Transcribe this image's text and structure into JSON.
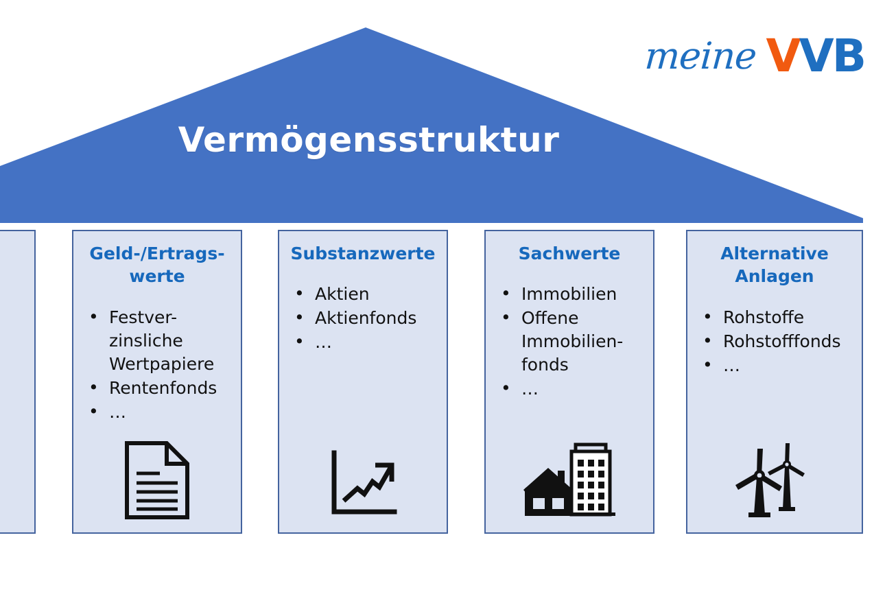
{
  "logo": {
    "script_word": "meine",
    "mark_first": "V",
    "mark_rest": "VB",
    "script_color": "#1F6FC0",
    "accent_color": "#F15A10"
  },
  "roof": {
    "title": "Vermögensstruktur",
    "fill_color": "#4472C4",
    "title_color": "#FFFFFF"
  },
  "theme": {
    "column_fill": "#DCE3F2",
    "column_border": "#44639E",
    "heading_color": "#1668BC",
    "body_text_color": "#111111"
  },
  "columns": [
    {
      "id": "col-partial-left",
      "heading": "",
      "items": [],
      "icon": "none"
    },
    {
      "id": "col-geld-ertragswerte",
      "heading": "Geld-/Ertrags-\nwerte",
      "heading_line1": "Geld-/Ertrags-",
      "heading_line2": "werte",
      "items": [
        "Festver-\nzinsliche\nWertpapiere",
        "Rentenfonds",
        "…"
      ],
      "item_0_line1": "Festver-",
      "item_0_line2": "zinsliche",
      "item_0_line3": "Wertpapiere",
      "item_1": "Rentenfonds",
      "item_2": "…",
      "icon": "document-icon"
    },
    {
      "id": "col-substanzwerte",
      "heading": "Substanzwerte",
      "items": [
        "Aktien",
        "Aktienfonds",
        "…"
      ],
      "item_0": "Aktien",
      "item_1": "Aktienfonds",
      "item_2": "…",
      "icon": "growth-chart-icon"
    },
    {
      "id": "col-sachwerte",
      "heading": "Sachwerte",
      "items": [
        "Immobilien",
        "Offene\nImmobilien-\nfonds",
        "…"
      ],
      "item_0": "Immobilien",
      "item_1_line1": "Offene",
      "item_1_line2": "Immobilien-",
      "item_1_line3": "fonds",
      "item_2": "…",
      "icon": "real-estate-icon"
    },
    {
      "id": "col-alternative-anlagen",
      "heading": "Alternative\nAnlagen",
      "heading_line1": "Alternative",
      "heading_line2": "Anlagen",
      "items": [
        "Rohstoffe",
        "Rohstofffonds",
        "…"
      ],
      "item_0": "Rohstoffe",
      "item_1": "Rohstofffonds",
      "item_2": "…",
      "icon": "wind-turbines-icon"
    }
  ]
}
